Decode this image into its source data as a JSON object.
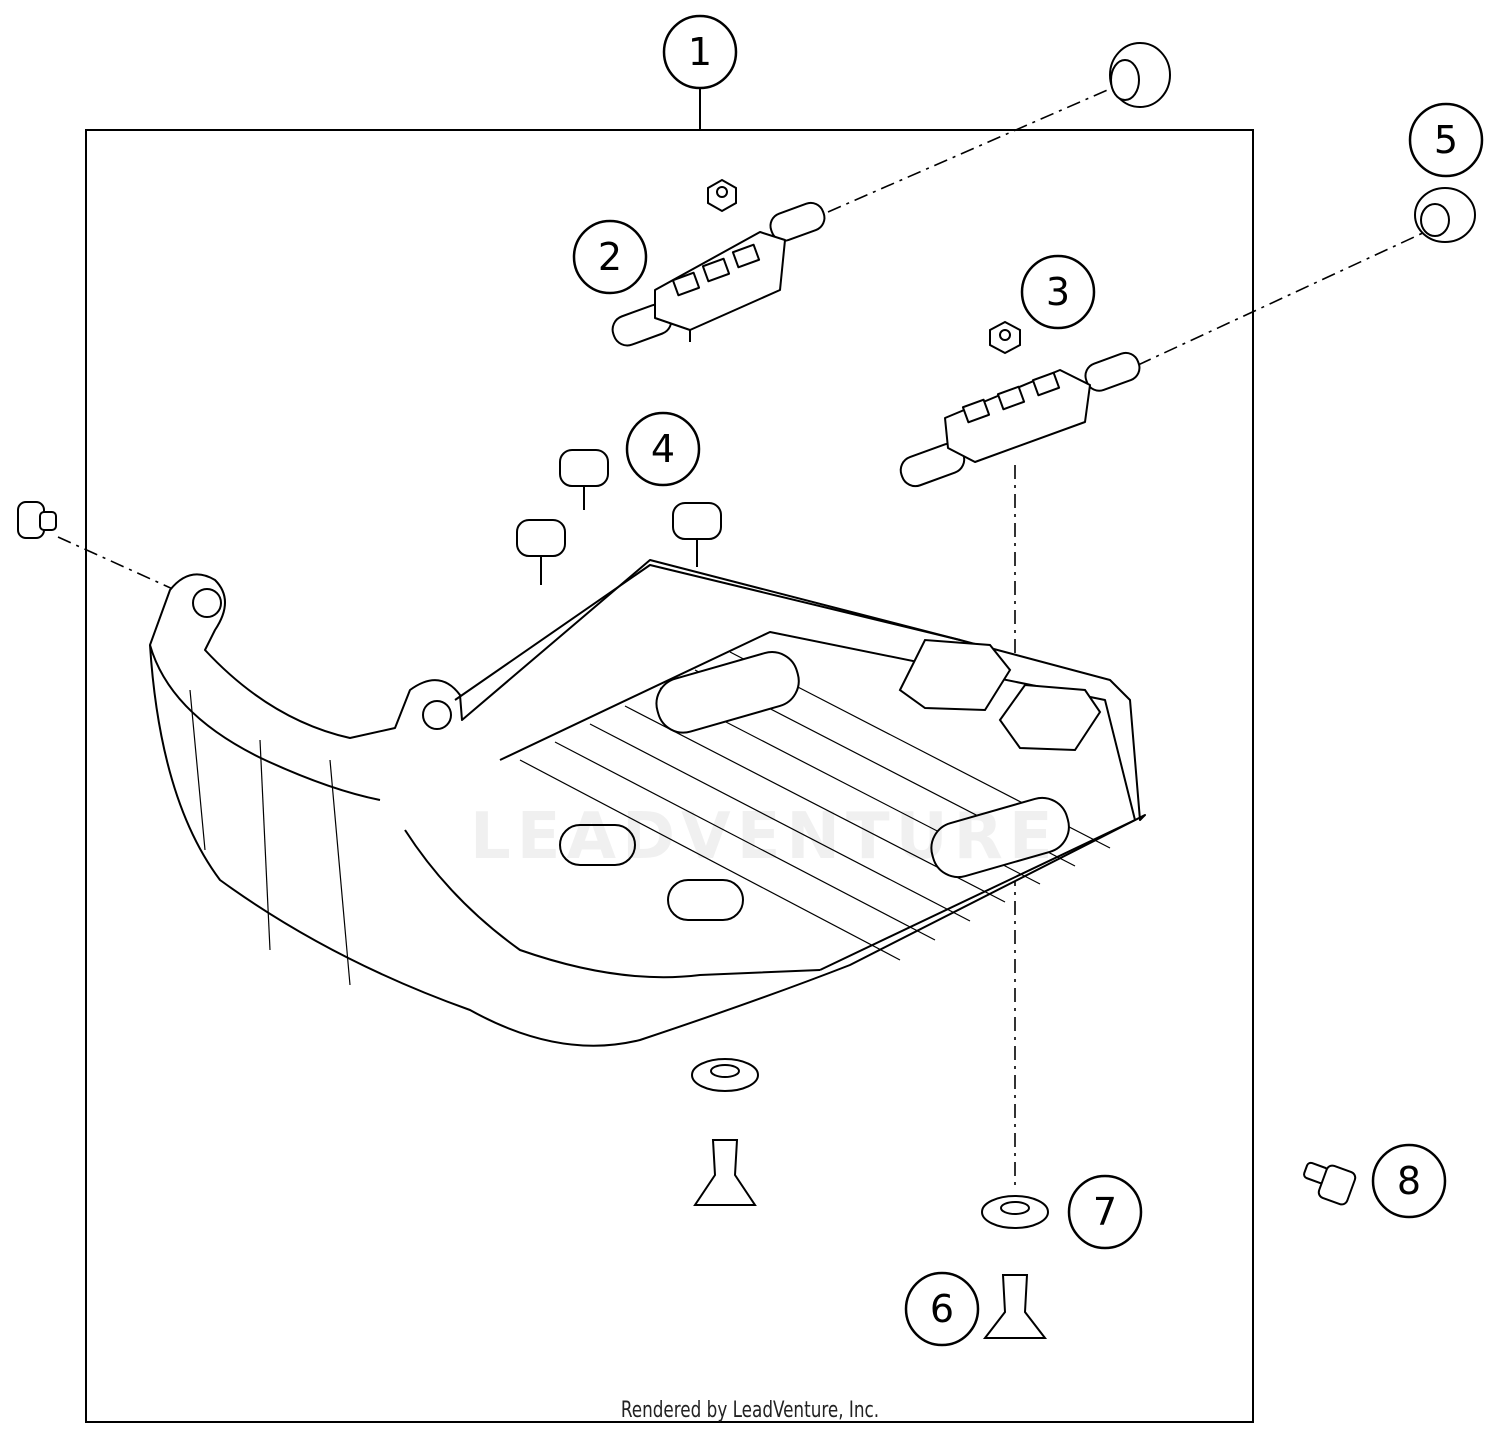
{
  "diagram": {
    "callouts": [
      {
        "id": "1",
        "label": "1"
      },
      {
        "id": "2",
        "label": "2"
      },
      {
        "id": "3",
        "label": "3"
      },
      {
        "id": "4",
        "label": "4"
      },
      {
        "id": "5",
        "label": "5"
      },
      {
        "id": "6",
        "label": "6"
      },
      {
        "id": "7",
        "label": "7"
      },
      {
        "id": "8",
        "label": "8"
      }
    ],
    "watermark_text": "LEADVENTURE",
    "footer_text": "Rendered by LeadVenture, Inc."
  }
}
